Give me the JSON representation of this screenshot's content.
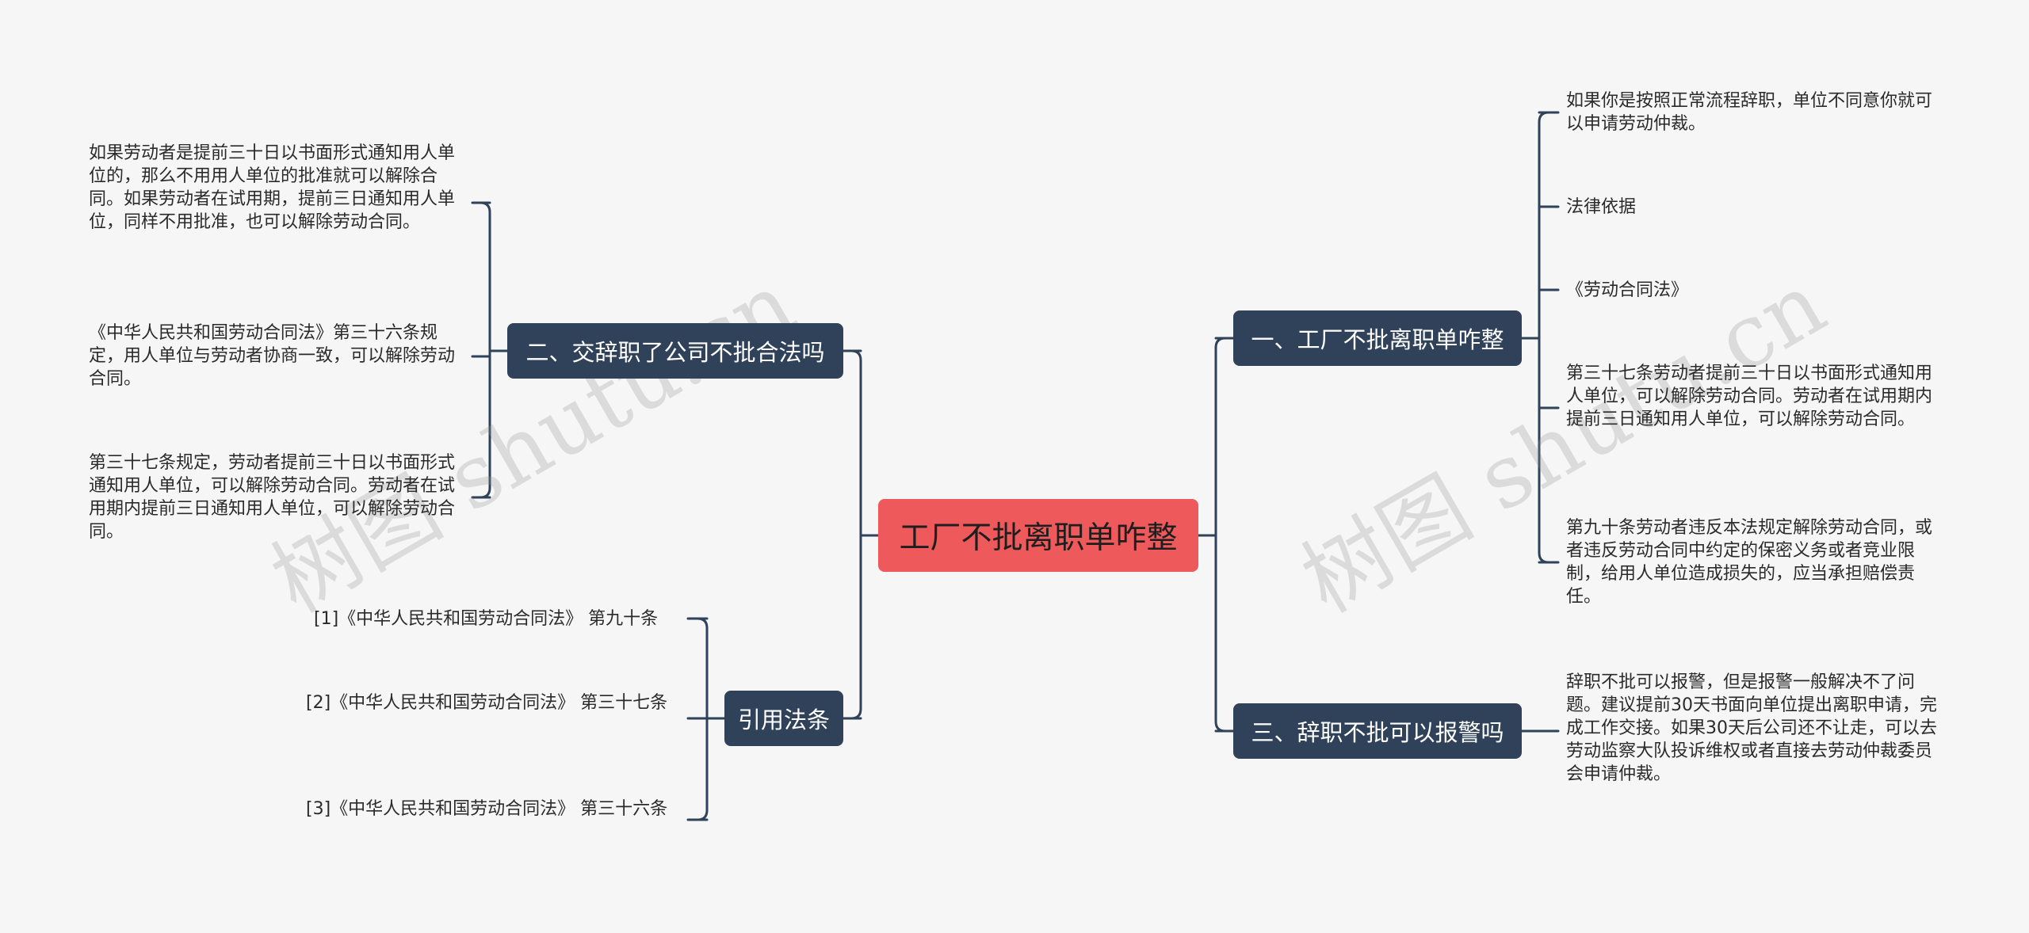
{
  "root": {
    "label": "工厂不批离职单咋整"
  },
  "branches": {
    "b1": {
      "label": "一、工厂不批离职单咋整"
    },
    "b2": {
      "label": "二、交辞职了公司不批合法吗"
    },
    "b3": {
      "label": "三、辞职不批可以报警吗"
    },
    "b4": {
      "label": "引用法条"
    }
  },
  "leaves": {
    "r1": "如果你是按照正常流程辞职，单位不同意你就可以申请劳动仲裁。",
    "r2": "法律依据",
    "r3": "《劳动合同法》",
    "r4": "第三十七条劳动者提前三十日以书面形式通知用人单位，可以解除劳动合同。劳动者在试用期内提前三日通知用人单位，可以解除劳动合同。",
    "r5": "第九十条劳动者违反本法规定解除劳动合同，或者违反劳动合同中约定的保密义务或者竞业限制，给用人单位造成损失的，应当承担赔偿责任。",
    "r6": "辞职不批可以报警，但是报警一般解决不了问题。建议提前30天书面向单位提出离职申请，完成工作交接。如果30天后公司还不让走，可以去劳动监察大队投诉维权或者直接去劳动仲裁委员会申请仲裁。",
    "l1": "如果劳动者是提前三十日以书面形式通知用人单位的，那么不用用人单位的批准就可以解除合同。如果劳动者在试用期，提前三日通知用人单位，同样不用批准，也可以解除劳动合同。",
    "l2": "《中华人民共和国劳动合同法》第三十六条规定，用人单位与劳动者协商一致，可以解除劳动合同。",
    "l3": "第三十七条规定，劳动者提前三十日以书面形式通知用人单位，可以解除劳动合同。劳动者在试用期内提前三日通知用人单位，可以解除劳动合同。",
    "c1": "[1]《中华人民共和国劳动合同法》 第九十条",
    "c2": "[2]《中华人民共和国劳动合同法》 第三十七条",
    "c3": "[3]《中华人民共和国劳动合同法》 第三十六条"
  },
  "watermark": "树图 shutu.cn",
  "colors": {
    "root": "#ee5a5b",
    "branch": "#2f4259",
    "line": "#2f4259"
  }
}
